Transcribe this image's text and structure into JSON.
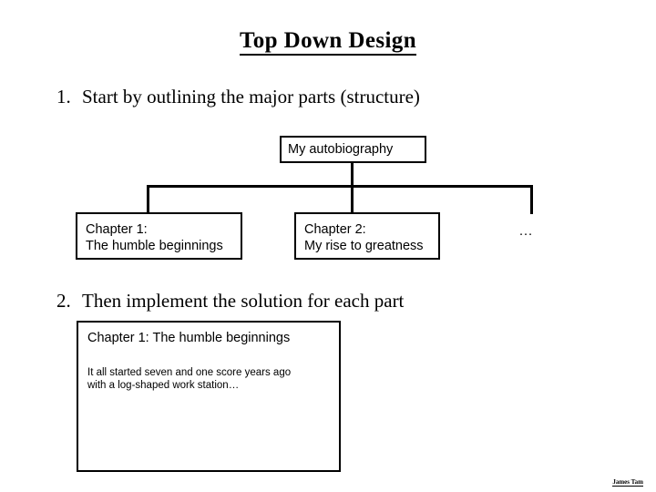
{
  "slide": {
    "title": "Top Down Design",
    "signature": "James Tam"
  },
  "bullets": [
    {
      "number": "1.",
      "text": "Start by outlining the major parts (structure)"
    },
    {
      "number": "2.",
      "text": "Then implement the solution for each part"
    }
  ],
  "diagram": {
    "root": {
      "label": "My autobiography"
    },
    "children": [
      {
        "line1": "Chapter 1:",
        "line2": "The humble beginnings"
      },
      {
        "line1": "Chapter 2:",
        "line2": "My rise to greatness"
      }
    ],
    "more_label": "..."
  },
  "detail": {
    "heading": "Chapter 1: The humble beginnings",
    "body_line1": "It all started seven and one score years ago",
    "body_line2": "with a log-shaped work station…"
  },
  "colors": {
    "background": "#ffffff",
    "ink": "#000000"
  }
}
